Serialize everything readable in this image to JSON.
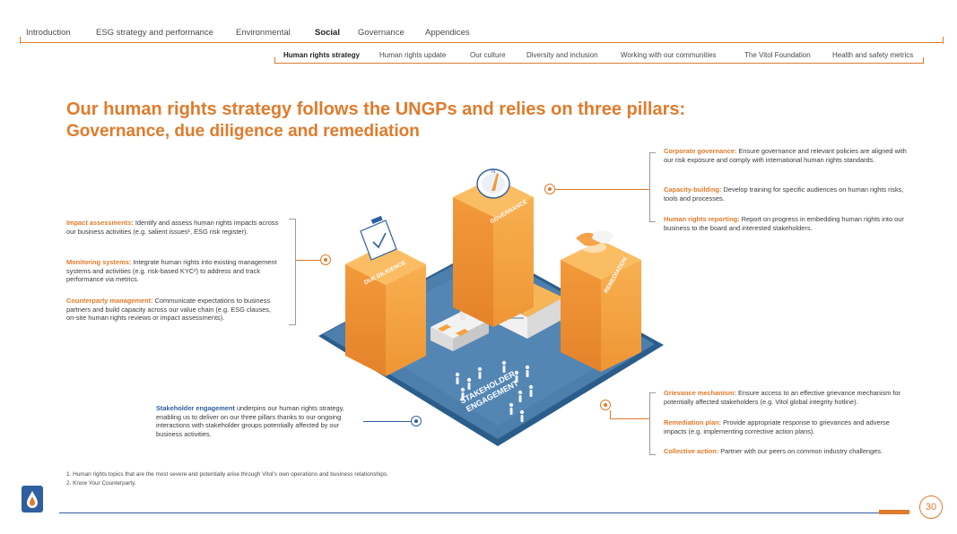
{
  "nav": {
    "items": [
      "Introduction",
      "ESG strategy and performance",
      "Environmental",
      "Social",
      "Governance",
      "Appendices"
    ],
    "active": "Social"
  },
  "subnav": {
    "items": [
      "Human rights strategy",
      "Human rights update",
      "Our culture",
      "Diversity and inclusion",
      "Working with our communities",
      "The Vitol Foundation",
      "Health and safety metrics"
    ],
    "active": "Human rights strategy"
  },
  "heading": {
    "title": "Our human rights strategy follows the UNGPs and relies on three pillars:",
    "subtitle": "Governance, due diligence and remediation"
  },
  "left": [
    {
      "label": "Impact assessments:",
      "text": " Identify and assess human rights impacts across our business activities (e.g. salient issues¹, ESG risk register)."
    },
    {
      "label": "Monitoring systems:",
      "text": " Integrate human rights into existing management systems and activities (e.g. risk-based KYC²) to address and track performance via metrics."
    },
    {
      "label": "Counterparty management:",
      "text": " Communicate expectations to business partners and build capacity across our value chain (e.g. ESG clauses, on-site human rights reviews or impact assessments)."
    }
  ],
  "right_top": [
    {
      "label": "Corporate governance:",
      "text": " Ensure governance and relevant policies are aligned with our risk exposure and comply with international human rights standards."
    },
    {
      "label": "Capacity-building:",
      "text": " Develop training for specific audiences on human rights risks, tools and processes."
    },
    {
      "label": "Human rights reporting:",
      "text": " Report on progress in embedding human rights into our business to the board and interested stakeholders."
    }
  ],
  "right_bottom": [
    {
      "label": "Grievance mechanism:",
      "text": " Ensure access to an effective grievance mechanism for potentially affected stakeholders (e.g. Vitol global integrity hotline)."
    },
    {
      "label": "Remediation plan:",
      "text": " Provide appropriate response to grievances and adverse impacts (e.g. implementing corrective action plans)."
    },
    {
      "label": "Collective action:",
      "text": " Partner with our peers on common industry challenges."
    }
  ],
  "stakeholder": {
    "label": "Stakeholder engagement",
    "text": " underpins our human rights strategy, enabling us to deliver on our three pillars thanks to our ongoing interactions with stakeholder groups potentially affected by our business activities."
  },
  "illustration": {
    "pillar_due_diligence": "DUE DILIGENCE",
    "pillar_governance": "GOVERNANCE",
    "pillar_remediation": "REMEDIATION",
    "base_line1": "STAKEHOLDER",
    "base_line2": "ENGAGEMENT",
    "compass_letter": "N"
  },
  "footnotes": [
    "1.  Human rights topics that are the most severe and potentially arise through Vitol’s own operations and business relationships.",
    "2.  Know Your Counterparty."
  ],
  "page_number": "30",
  "colors": {
    "accent": "#e07b2c",
    "blue": "#2f5f9e",
    "base": "#3f6f9a"
  }
}
